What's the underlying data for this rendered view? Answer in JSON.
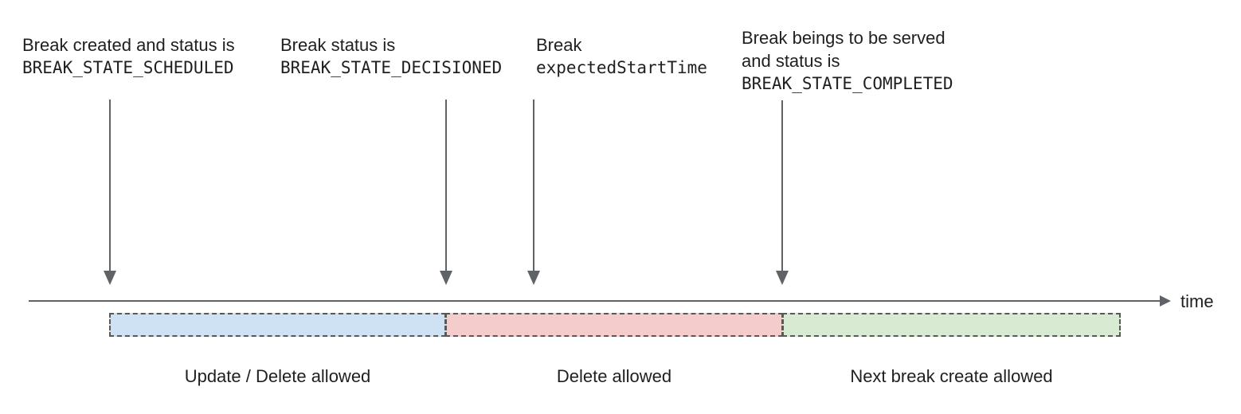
{
  "annotations": [
    {
      "text": "Break created and status is",
      "code": "BREAK_STATE_SCHEDULED"
    },
    {
      "text": "Break status is",
      "code": "BREAK_STATE_DECISIONED"
    },
    {
      "text": "Break",
      "code": "expectedStartTime"
    },
    {
      "text": "Break beings to be served",
      "text2": "and status is",
      "code": "BREAK_STATE_COMPLETED"
    }
  ],
  "timeline": {
    "label": "time"
  },
  "segments": [
    {
      "label": "Update / Delete allowed",
      "fill": "#cfe2f3"
    },
    {
      "label": "Delete allowed",
      "fill": "#f4cccc"
    },
    {
      "label": "Next break create allowed",
      "fill": "#d9ead3"
    }
  ],
  "colors": {
    "arrow": "#5f6368",
    "segment_border": "#595959",
    "text": "#1f1f1f"
  }
}
